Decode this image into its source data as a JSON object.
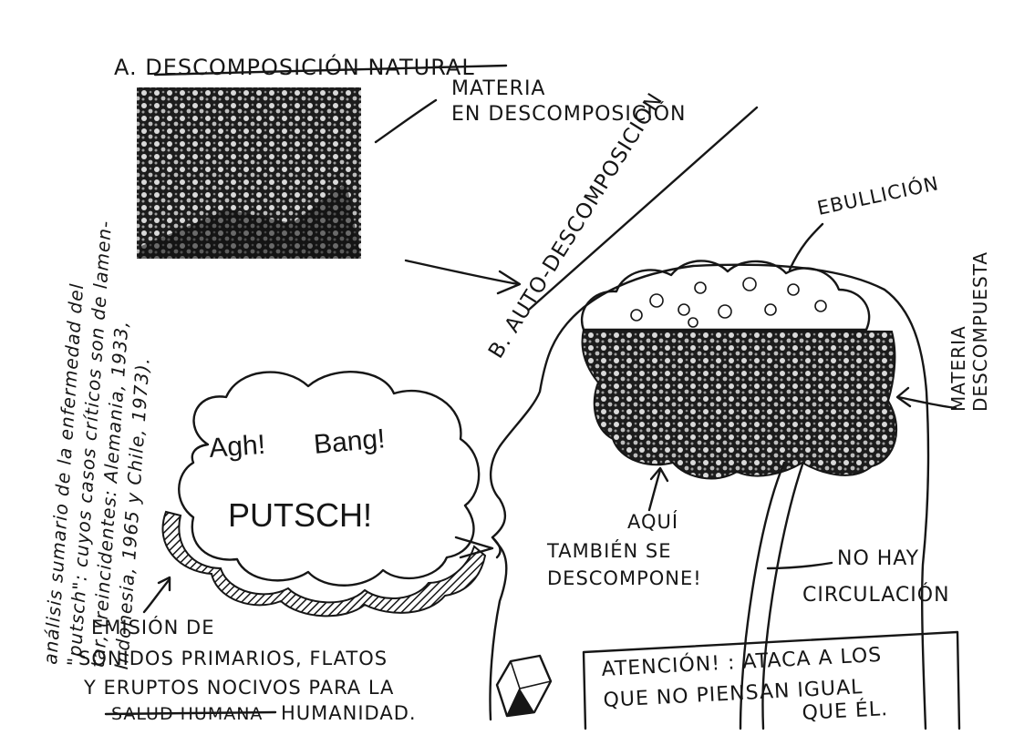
{
  "section_a": {
    "title": "A. DESCOMPOSICIÓN NATURAL",
    "photo_label_line1": "MATERIA",
    "photo_label_line2": "EN DESCOMPOSICIÓN"
  },
  "section_b": {
    "title": "B. AUTO-DESCOMPOSICIÓN",
    "ebullicion": "EBULLICIÓN",
    "materia_line1": "MATERIA",
    "materia_line2": "DESCOMPUESTA",
    "aqui_line1": "AQUÍ",
    "aqui_line2": "TAMBIÉN SE",
    "aqui_line3": "DESCOMPONE!",
    "no_hay_line1": "NO HAY",
    "no_hay_line2": "CIRCULACIÓN"
  },
  "speech_bubble": {
    "agh": "Agh!",
    "bang": "Bang!",
    "putsch": "PUTSCH!"
  },
  "emission": {
    "line1": "EMISIÓN DE",
    "line2": "SONIDOS PRIMARIOS, FLATOS",
    "line3": "Y ERUPTOS NOCIVOS PARA LA",
    "struck": "SALUD HUMANA",
    "line4_rest": "HUMANIDAD."
  },
  "attention_box": {
    "line1": "ATENCIÓN! : ATACA A LOS",
    "line2": "QUE NO PIENSAN IGUAL",
    "line3": "QUE ÉL."
  },
  "side_note": {
    "line1": "análisis sumario de la enfermedad del",
    "line2": "\"putsch\": cuyos casos críticos son de lamen-",
    "line3": "tar, (reincidentes: Alemania, 1933,",
    "line4": "Indonesia, 1965 y Chile, 1973)."
  }
}
